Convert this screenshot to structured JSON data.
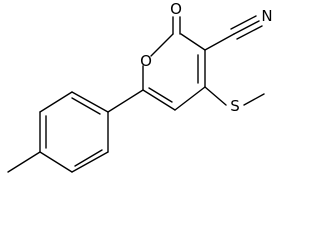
{
  "molecule": {
    "atom_labels": {
      "carbonyl_oxygen": "O",
      "ring_oxygen": "O",
      "nitrile_nitrogen": "N",
      "sulfur": "S"
    },
    "line_color": "#000000",
    "background": "#ffffff"
  }
}
